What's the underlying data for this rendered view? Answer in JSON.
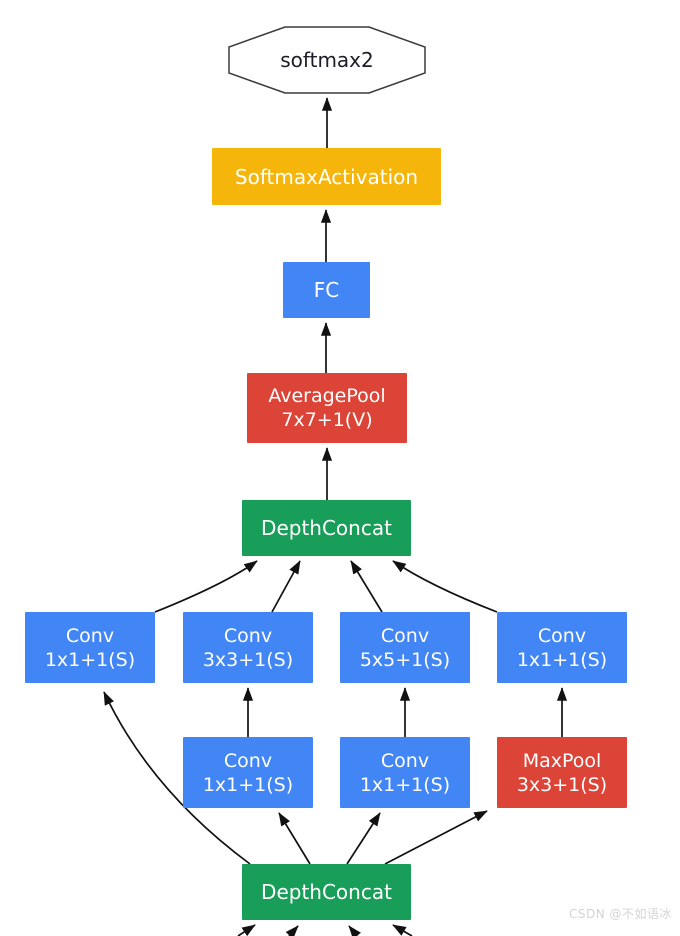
{
  "diagram": {
    "nodes": {
      "softmax2": {
        "label": "softmax2",
        "shape": "octagon",
        "fill": "#ffffff",
        "text_color": "#1c1c28",
        "border_color": "#3a3a3a"
      },
      "softmax_activation": {
        "label": "SoftmaxActivation",
        "color": "#f5b50b"
      },
      "fc": {
        "label": "FC",
        "color": "#4285f4"
      },
      "avgpool": {
        "label": "AveragePool",
        "sublabel": "7x7+1(V)",
        "color": "#db4437"
      },
      "depthconcat_top": {
        "label": "DepthConcat",
        "color": "#189e58"
      },
      "conv_1x1_a": {
        "label": "Conv",
        "sublabel": "1x1+1(S)",
        "color": "#4285f4"
      },
      "conv_3x3": {
        "label": "Conv",
        "sublabel": "3x3+1(S)",
        "color": "#4285f4"
      },
      "conv_5x5": {
        "label": "Conv",
        "sublabel": "5x5+1(S)",
        "color": "#4285f4"
      },
      "conv_1x1_b": {
        "label": "Conv",
        "sublabel": "1x1+1(S)",
        "color": "#4285f4"
      },
      "conv_1x1_c": {
        "label": "Conv",
        "sublabel": "1x1+1(S)",
        "color": "#4285f4"
      },
      "conv_1x1_d": {
        "label": "Conv",
        "sublabel": "1x1+1(S)",
        "color": "#4285f4"
      },
      "maxpool": {
        "label": "MaxPool",
        "sublabel": "3x3+1(S)",
        "color": "#db4437"
      },
      "depthconcat_bottom": {
        "label": "DepthConcat",
        "color": "#189e58"
      }
    },
    "edge_color": "#111111",
    "watermark": {
      "text": "CSDN @不如语冰",
      "color": "#d4d4d4"
    }
  }
}
